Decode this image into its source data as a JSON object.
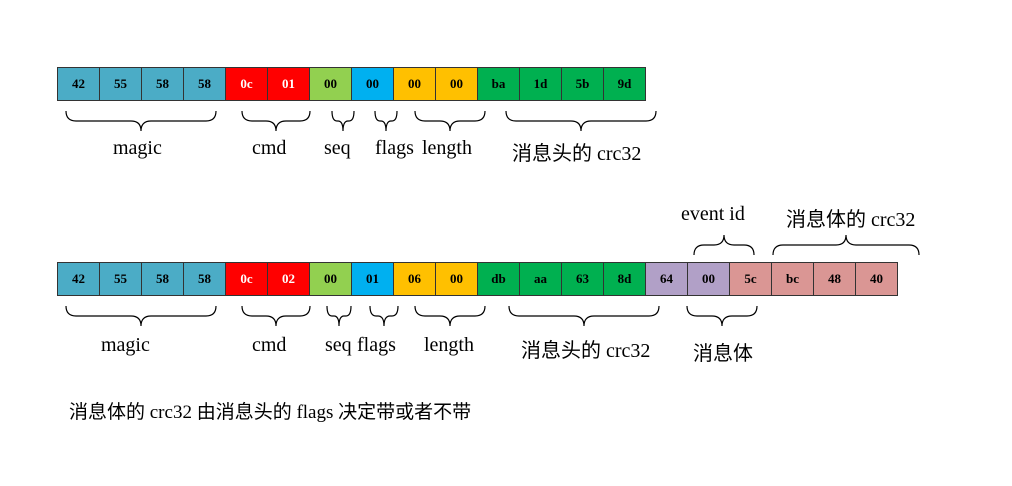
{
  "colors": {
    "magic": "#4BACC6",
    "cmd": "#FF0000",
    "seq": "#92D050",
    "flags": "#00B0F0",
    "length": "#FFC000",
    "header_crc": "#00B050",
    "event": "#B1A0C7",
    "body_crc": "#DA9694"
  },
  "packet1": {
    "bytes": {
      "magic": [
        "42",
        "55",
        "58",
        "58"
      ],
      "cmd": [
        "0c",
        "01"
      ],
      "seq": [
        "00"
      ],
      "flags": [
        "00"
      ],
      "length": [
        "00",
        "00"
      ],
      "header_crc": [
        "ba",
        "1d",
        "5b",
        "9d"
      ]
    },
    "labels": {
      "magic": "magic",
      "cmd": "cmd",
      "seq": "seq",
      "flags": "flags",
      "length": "length",
      "header_crc": "消息头的 crc32"
    }
  },
  "packet2": {
    "bytes": {
      "magic": [
        "42",
        "55",
        "58",
        "58"
      ],
      "cmd": [
        "0c",
        "02"
      ],
      "seq": [
        "00"
      ],
      "flags": [
        "01"
      ],
      "length": [
        "06",
        "00"
      ],
      "header_crc": [
        "db",
        "aa",
        "63",
        "8d"
      ],
      "event": [
        "64",
        "00"
      ],
      "body_crc": [
        "5c",
        "bc",
        "48",
        "40"
      ]
    },
    "labels": {
      "magic": "magic",
      "cmd": "cmd",
      "seq": "seq",
      "flags": "flags",
      "length": "length",
      "header_crc": "消息头的 crc32",
      "body": "消息体",
      "event_id": "event id",
      "body_crc": "消息体的 crc32"
    }
  },
  "note": "消息体的 crc32 由消息头的 flags 决定带或者不带"
}
